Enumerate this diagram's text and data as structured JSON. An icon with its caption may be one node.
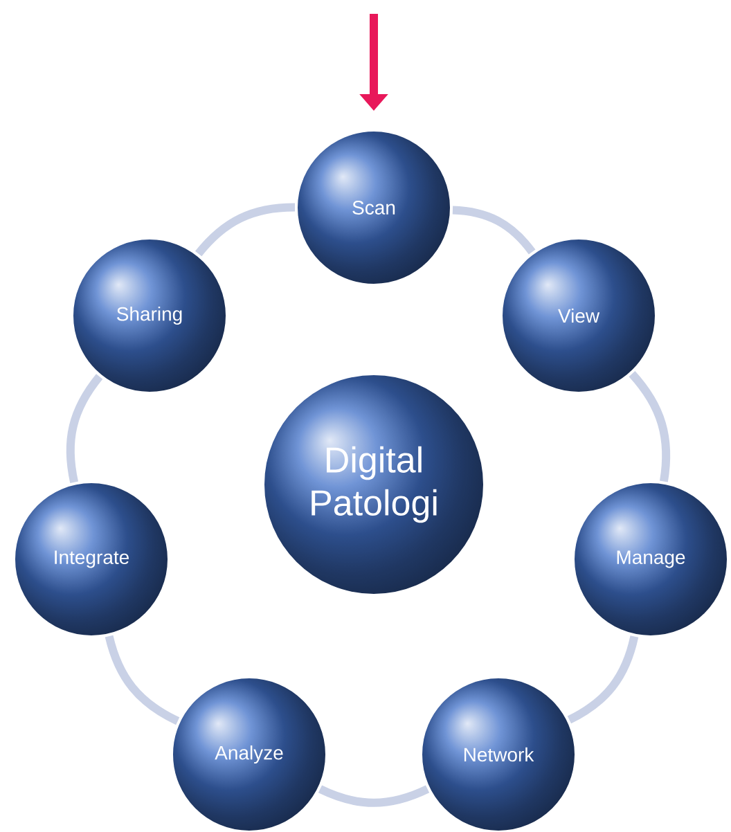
{
  "diagram": {
    "nodes": [
      {
        "text": [
          "Digital Patologi"
        ]
      },
      {
        "text": [
          "Scan"
        ]
      },
      {
        "text": [
          "View"
        ]
      },
      {
        "text": [
          "Manage"
        ]
      },
      {
        "text": [
          "Network"
        ]
      },
      {
        "text": [
          "Analyze"
        ]
      },
      {
        "text": [
          "Integrate"
        ]
      },
      {
        "text": [
          "Sharing"
        ]
      }
    ],
    "edges": [
      {
        "from": null,
        "to": 1,
        "arrow": "to",
        "color": "#e8185a"
      },
      {
        "from": 1,
        "to": 2,
        "arrow": "none"
      },
      {
        "from": 2,
        "to": 3,
        "arrow": "none"
      },
      {
        "from": 3,
        "to": 4,
        "arrow": "none"
      },
      {
        "from": 4,
        "to": 5,
        "arrow": "none"
      },
      {
        "from": 5,
        "to": 6,
        "arrow": "none"
      },
      {
        "from": 6,
        "to": 7,
        "arrow": "none"
      },
      {
        "from": 7,
        "to": 1,
        "arrow": "none"
      }
    ]
  }
}
